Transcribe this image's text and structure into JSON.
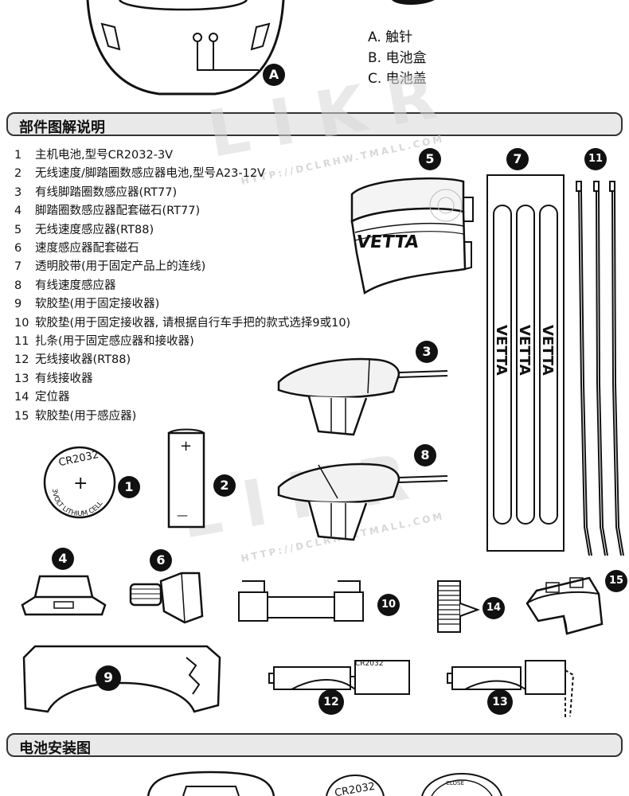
{
  "legend": {
    "items": [
      "A. 触针",
      "B. 电池盒",
      "C. 电池盖"
    ]
  },
  "callout_a": "A",
  "sections": {
    "parts_title": "部件图解说明",
    "battery_title": "电池安装图"
  },
  "parts": [
    {
      "num": "1",
      "text": "主机电池,型号CR2032-3V"
    },
    {
      "num": "2",
      "text": "无线速度/脚踏圈数感应器电池,型号A23-12V"
    },
    {
      "num": "3",
      "text": "有线脚踏圈数感应器(RT77)"
    },
    {
      "num": "4",
      "text": "脚踏圈数感应器配套磁石(RT77)"
    },
    {
      "num": "5",
      "text": "无线速度感应器(RT88)"
    },
    {
      "num": "6",
      "text": "速度感应器配套磁石"
    },
    {
      "num": "7",
      "text": "透明胶带(用于固定产品上的连线)"
    },
    {
      "num": "8",
      "text": "有线速度感应器"
    },
    {
      "num": "9",
      "text": "软胶垫(用于固定接收器)"
    },
    {
      "num": "10",
      "text": "软胶垫(用于固定接收器, 请根据自行车手把的款式选择9或10)"
    },
    {
      "num": "11",
      "text": "扎条(用于固定感应器和接收器)"
    },
    {
      "num": "12",
      "text": "无线接收器(RT88)"
    },
    {
      "num": "13",
      "text": "有线接收器"
    },
    {
      "num": "14",
      "text": "定位器"
    },
    {
      "num": "15",
      "text": "软胶垫(用于感应器)"
    }
  ],
  "badges": {
    "b1": "1",
    "b2": "2",
    "b3": "3",
    "b4": "4",
    "b5": "5",
    "b6": "6",
    "b7": "7",
    "b8": "8",
    "b9": "9",
    "b10": "10",
    "b11": "11",
    "b12": "12",
    "b13": "13",
    "b14": "14",
    "b15": "15"
  },
  "coin_battery": {
    "model": "CR2032",
    "rim": "3VOLT LITHIUM CELL",
    "plus": "+"
  },
  "cell_battery": {
    "plus": "+",
    "minus": "—"
  },
  "brand": "VETTA",
  "watermark": {
    "logo": "LIKR",
    "url": "HTTP://DCLRHW.TMALL.COM"
  },
  "bottom_battery": {
    "model": "CR2032",
    "cap_label": "CLOSE"
  }
}
